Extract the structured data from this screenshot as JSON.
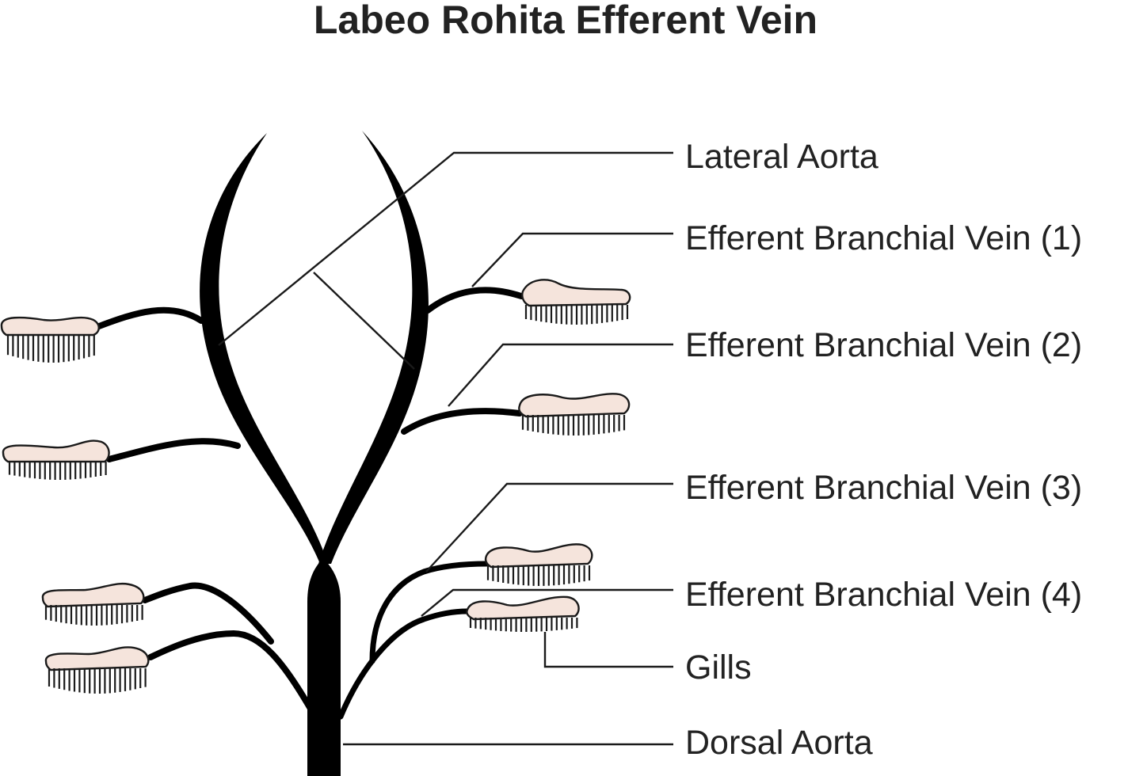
{
  "title": "Labeo Rohita Efferent Vein",
  "labels": {
    "lateral_aorta": "Lateral Aorta",
    "ebv1": "Efferent Branchial Vein (1)",
    "ebv2": "Efferent Branchial Vein (2)",
    "ebv3": "Efferent Branchial Vein (3)",
    "ebv4": "Efferent Branchial Vein (4)",
    "gills": "Gills",
    "dorsal_aorta": "Dorsal Aorta"
  },
  "colors": {
    "vessel": "#000000",
    "gill_fill": "#f5e4dc",
    "text": "#222222"
  }
}
